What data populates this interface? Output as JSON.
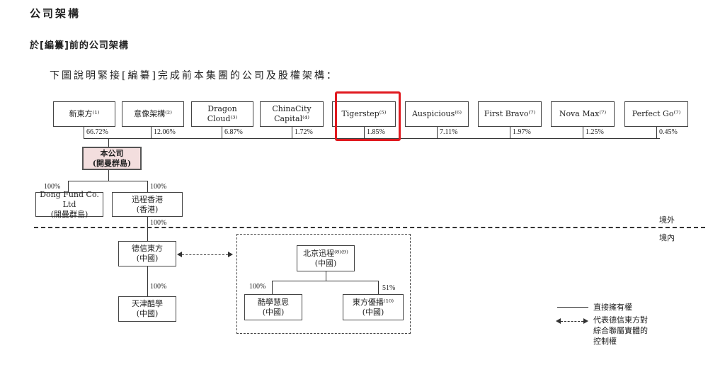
{
  "header": {
    "title": "公司架構",
    "subtitle": "於[編纂]前的公司架構",
    "intro": "下圖說明緊接[編纂]完成前本集團的公司及股權架構："
  },
  "shareholders": [
    {
      "name": "新東方⁽¹⁾",
      "pct": "66.72%"
    },
    {
      "name": "意像架構⁽²⁾",
      "pct": "12.06%"
    },
    {
      "name": "Dragon\nCloud⁽³⁾",
      "pct": "6.87%"
    },
    {
      "name": "ChinaCity\nCapital⁽⁴⁾",
      "pct": "1.72%"
    },
    {
      "name": "Tigerstep⁽⁵⁾",
      "pct": "1.85%"
    },
    {
      "name": "Auspicious⁽⁶⁾",
      "pct": "7.11%"
    },
    {
      "name": "First Bravo⁽⁷⁾",
      "pct": "1.97%"
    },
    {
      "name": "Nova Max⁽⁷⁾",
      "pct": "1.25%"
    },
    {
      "name": "Perfect Go⁽⁷⁾",
      "pct": "0.45%"
    }
  ],
  "company": {
    "name": "本公司\n(開曼群島)"
  },
  "subsidiaries": {
    "dong_fund": {
      "name": "Dong Fund Co. Ltd\n(開曼群島)",
      "pct": "100%"
    },
    "xuncheng_hk": {
      "name": "迅程香港\n(香港)",
      "pct": "100%",
      "pct_down": "100%"
    },
    "dexin": {
      "name": "德信東方\n(中國)"
    },
    "tianjin": {
      "name": "天津酷學\n(中國)",
      "pct": "100%"
    },
    "beijing_xuncheng": {
      "name": "北京迅程⁽⁸⁾⁽⁹⁾\n(中國)"
    },
    "kuxue": {
      "name": "酷學慧思\n(中國)",
      "pct": "100%"
    },
    "youbo": {
      "name": "東方優播⁽¹⁰⁾\n(中國)",
      "pct": "51%"
    }
  },
  "regions": {
    "offshore": "境外",
    "onshore": "境內"
  },
  "legend": {
    "direct": "直接擁有權",
    "control": "代表德信東方對\n綜合聯屬實體的\n控制權"
  },
  "colors": {
    "highlight": "#e0191f",
    "company_fill": "#f3dede"
  }
}
